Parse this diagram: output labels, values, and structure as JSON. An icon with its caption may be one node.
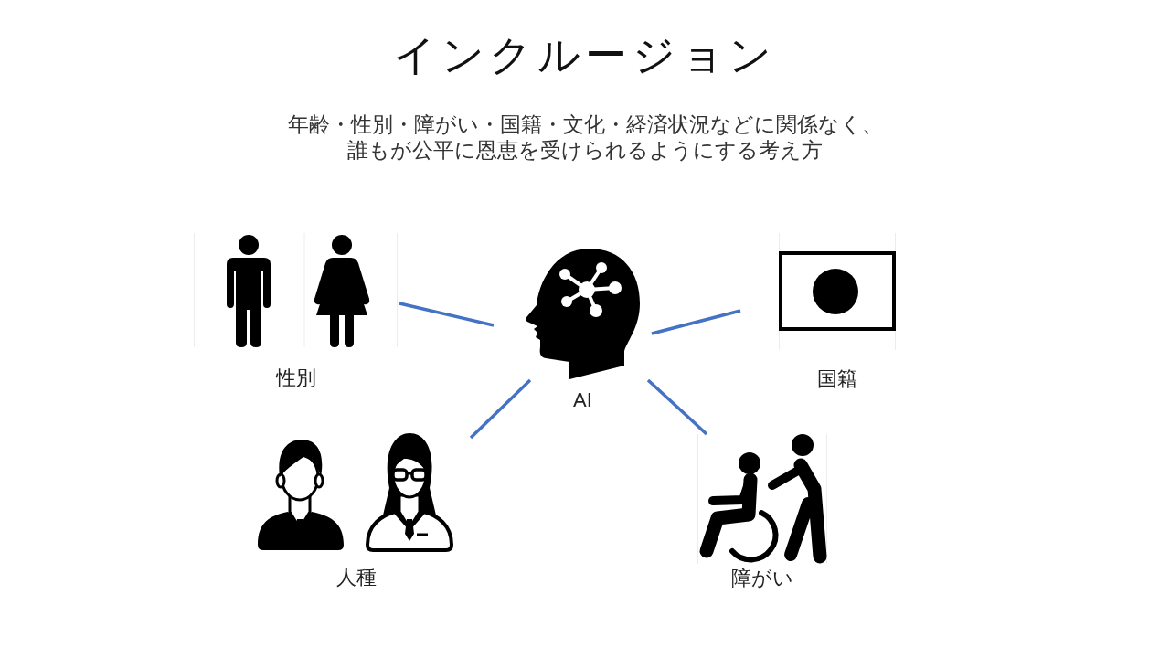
{
  "diagram": {
    "title": "インクルージョン",
    "nodes": [
      {
        "text": [
          "性別"
        ]
      },
      {
        "text": [
          "AI"
        ]
      },
      {
        "text": [
          "国籍"
        ]
      },
      {
        "text": [
          "人種"
        ]
      },
      {
        "text": [
          "障がい"
        ]
      }
    ],
    "edges": [
      {
        "from": 1,
        "to": 0,
        "arrow": "none"
      },
      {
        "from": 1,
        "to": 2,
        "arrow": "none"
      },
      {
        "from": 1,
        "to": 3,
        "arrow": "none"
      },
      {
        "from": 1,
        "to": 4,
        "arrow": "none"
      }
    ],
    "labels": [
      "年齢・性別・障がい・国籍・文化・経済状況などに関係なく、誰もが公平に恩恵を受けられるようにする考え方"
    ]
  }
}
